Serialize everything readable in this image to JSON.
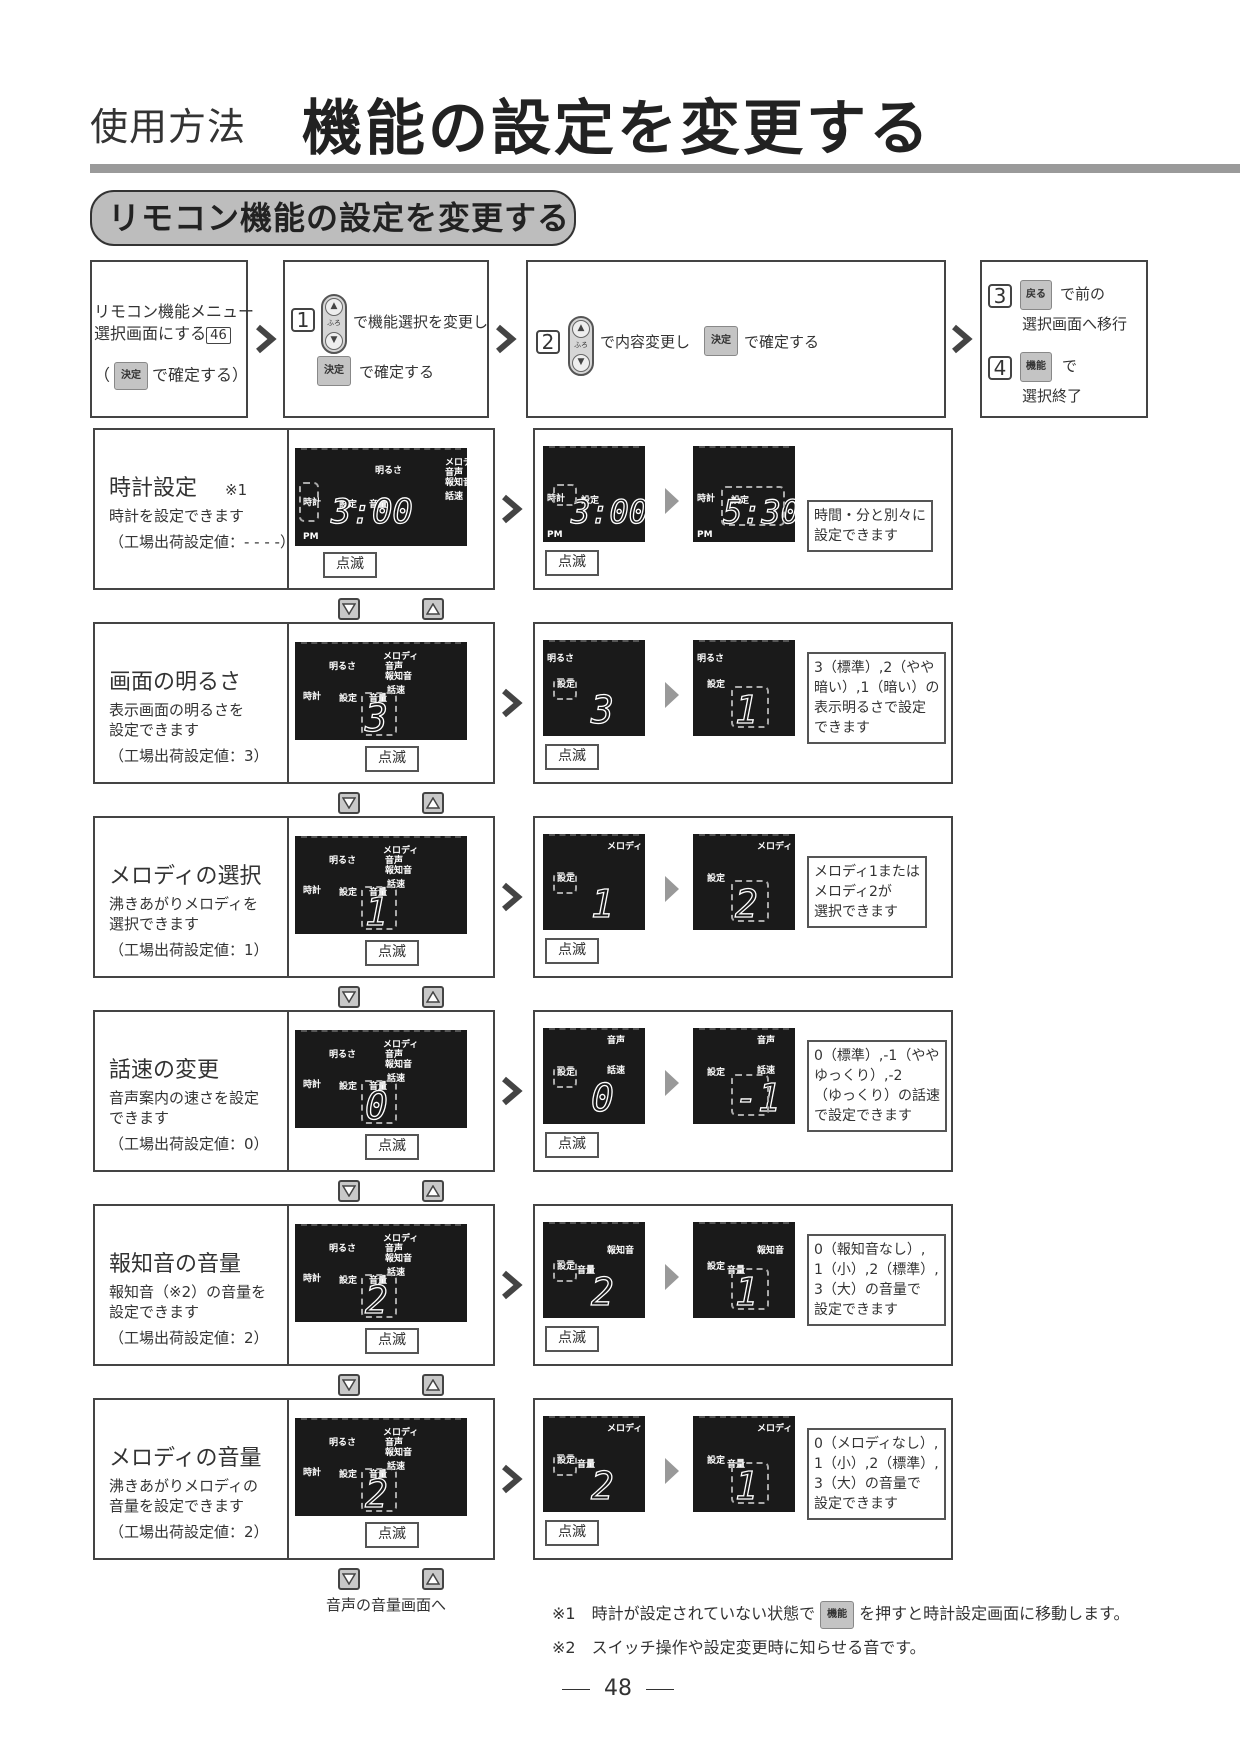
{
  "header": {
    "category": "使用方法",
    "title": "機能の設定を変更する"
  },
  "section": {
    "title": "リモコン機能の設定を変更する"
  },
  "steps": {
    "s0": {
      "line1": "リモコン機能メニュー",
      "line2": "選択画面にする",
      "page": "46",
      "open": "（",
      "key": "決定",
      "close": "で確定する）"
    },
    "s1": {
      "num": "1",
      "rocker": "ふろ",
      "text1": "で機能選択を変更し",
      "key": "決定",
      "text2": "で確定する"
    },
    "s2": {
      "num": "2",
      "rocker": "ふろ",
      "text1": "で内容変更し",
      "key": "決定",
      "text2": "で確定する"
    },
    "s3": {
      "num3": "3",
      "key3": "戻る",
      "text3a": "で前の",
      "text3b": "選択画面へ移行",
      "num4": "4",
      "key4": "機能",
      "text4a": "で",
      "text4b": "選択終了"
    }
  },
  "labels": {
    "blink": "点滅"
  },
  "lcd": {
    "clock": "時計",
    "pm": "PM",
    "setting": "設定",
    "brightness": "明るさ",
    "melody": "メロディ",
    "voice": "音声",
    "alert": "報知音",
    "speed": "話速",
    "volume": "音量"
  },
  "rows": [
    {
      "title": "時計設定",
      "mark": "※1",
      "desc1": "時計を設定できます",
      "factory": "（工場出荷設定値：- - - -）",
      "d1": "3:00",
      "d2": "3:00",
      "d3": "5:30",
      "note": [
        "時間・分と別々に",
        "設定できます"
      ]
    },
    {
      "title": "画面の明るさ",
      "desc1": "表示画面の明るさを",
      "desc2": "設定できます",
      "factory": "（工場出荷設定値：3）",
      "d1": "3",
      "d2": "3",
      "d3": "1",
      "note": [
        "3（標準）,2（やや",
        "暗い）,1（暗い）の",
        "表示明るさで設定",
        "できます"
      ]
    },
    {
      "title": "メロディの選択",
      "desc1": "沸きあがりメロディを",
      "desc2": "選択できます",
      "factory": "（工場出荷設定値：1）",
      "d1": "1",
      "d2": "1",
      "d3": "2",
      "note": [
        "メロディ1または",
        "メロディ2が",
        "選択できます"
      ]
    },
    {
      "title": "話速の変更",
      "desc1": "音声案内の速さを設定",
      "desc2": "できます",
      "factory": "（工場出荷設定値：0）",
      "d1": "0",
      "d2": "0",
      "d3": "-1",
      "note": [
        "0（標準）,-1（やや",
        "ゆっくり）,-2",
        "（ゆっくり）の話速",
        "で設定できます"
      ]
    },
    {
      "title": "報知音の音量",
      "desc1": "報知音（※2）の音量を",
      "desc2": "設定できます",
      "factory": "（工場出荷設定値：2）",
      "d1": "2",
      "d2": "2",
      "d3": "1",
      "note": [
        "0（報知音なし）,",
        "1（小）,2（標準）,",
        "3（大）の音量で",
        "設定できます"
      ]
    },
    {
      "title": "メロディの音量",
      "desc1": "沸きあがりメロディの",
      "desc2": "音量を設定できます",
      "factory": "（工場出荷設定値：2）",
      "d1": "2",
      "d2": "2",
      "d3": "1",
      "note": [
        "0（メロディなし）,",
        "1（小）,2（標準）,",
        "3（大）の音量で",
        "設定できます"
      ]
    }
  ],
  "bottom_nav": "音声の音量画面へ",
  "footnotes": {
    "n1a": "※1　時計が設定されていない状態で",
    "n1key": "機能",
    "n1b": "を押すと時計設定画面に移動します。",
    "n2": "※2　スイッチ操作や設定変更時に知らせる音です。"
  },
  "page_number": "48"
}
